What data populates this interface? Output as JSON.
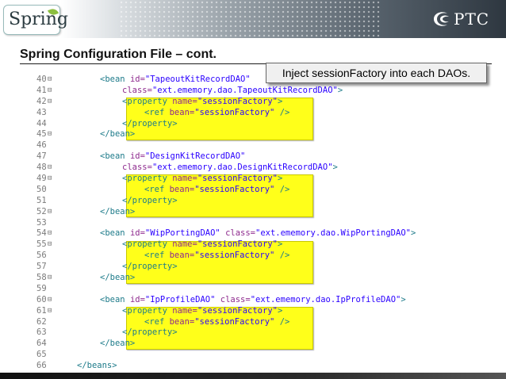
{
  "header": {
    "brand_left": "Spring",
    "brand_right": "PTC"
  },
  "slide": {
    "title": "Spring Configuration File – cont.",
    "callout": "Inject sessionFactory into each DAOs."
  },
  "code": [
    {
      "n": "40",
      "fold": true,
      "indent": 1,
      "parts": [
        [
          "t",
          "<bean "
        ],
        [
          "a",
          "id="
        ],
        [
          "v",
          "\"TapeoutKitRecordDAO\""
        ]
      ]
    },
    {
      "n": "41",
      "fold": true,
      "indent": 2,
      "parts": [
        [
          "a",
          "class="
        ],
        [
          "v",
          "\"ext.ememory.dao.TapeoutKitRecordDAO\""
        ],
        [
          "t",
          ">"
        ]
      ]
    },
    {
      "n": "42",
      "fold": true,
      "indent": 2,
      "parts": [
        [
          "t",
          "<property "
        ],
        [
          "a",
          "name="
        ],
        [
          "v",
          "\"sessionFactory\""
        ],
        [
          "t",
          ">"
        ]
      ]
    },
    {
      "n": "43",
      "fold": false,
      "indent": 3,
      "parts": [
        [
          "t",
          "<ref "
        ],
        [
          "a",
          "bean="
        ],
        [
          "v",
          "\"sessionFactory\""
        ],
        [
          "t",
          " />"
        ]
      ]
    },
    {
      "n": "44",
      "fold": false,
      "indent": 2,
      "parts": [
        [
          "t",
          "</property>"
        ]
      ]
    },
    {
      "n": "45",
      "fold": true,
      "indent": 1,
      "parts": [
        [
          "t",
          "</bean>"
        ]
      ]
    },
    {
      "n": "46",
      "fold": false,
      "indent": 0,
      "parts": []
    },
    {
      "n": "47",
      "fold": false,
      "indent": 1,
      "parts": [
        [
          "t",
          "<bean "
        ],
        [
          "a",
          "id="
        ],
        [
          "v",
          "\"DesignKitRecordDAO\""
        ]
      ]
    },
    {
      "n": "48",
      "fold": true,
      "indent": 2,
      "parts": [
        [
          "a",
          "class="
        ],
        [
          "v",
          "\"ext.ememory.dao.DesignKitRecordDAO\""
        ],
        [
          "t",
          ">"
        ]
      ]
    },
    {
      "n": "49",
      "fold": true,
      "indent": 2,
      "parts": [
        [
          "t",
          "<property "
        ],
        [
          "a",
          "name="
        ],
        [
          "v",
          "\"sessionFactory\""
        ],
        [
          "t",
          ">"
        ]
      ]
    },
    {
      "n": "50",
      "fold": false,
      "indent": 3,
      "parts": [
        [
          "t",
          "<ref "
        ],
        [
          "a",
          "bean="
        ],
        [
          "v",
          "\"sessionFactory\""
        ],
        [
          "t",
          " />"
        ]
      ]
    },
    {
      "n": "51",
      "fold": false,
      "indent": 2,
      "parts": [
        [
          "t",
          "</property>"
        ]
      ]
    },
    {
      "n": "52",
      "fold": true,
      "indent": 1,
      "parts": [
        [
          "t",
          "</bean>"
        ]
      ]
    },
    {
      "n": "53",
      "fold": false,
      "indent": 0,
      "parts": []
    },
    {
      "n": "54",
      "fold": true,
      "indent": 1,
      "parts": [
        [
          "t",
          "<bean "
        ],
        [
          "a",
          "id="
        ],
        [
          "v",
          "\"WipPortingDAO\""
        ],
        [
          "t",
          " "
        ],
        [
          "a",
          "class="
        ],
        [
          "v",
          "\"ext.ememory.dao.WipPortingDAO\""
        ],
        [
          "t",
          ">"
        ]
      ]
    },
    {
      "n": "55",
      "fold": true,
      "indent": 2,
      "parts": [
        [
          "t",
          "<property "
        ],
        [
          "a",
          "name="
        ],
        [
          "v",
          "\"sessionFactory\""
        ],
        [
          "t",
          ">"
        ]
      ]
    },
    {
      "n": "56",
      "fold": false,
      "indent": 3,
      "parts": [
        [
          "t",
          "<ref "
        ],
        [
          "a",
          "bean="
        ],
        [
          "v",
          "\"sessionFactory\""
        ],
        [
          "t",
          " />"
        ]
      ]
    },
    {
      "n": "57",
      "fold": false,
      "indent": 2,
      "parts": [
        [
          "t",
          "</property>"
        ]
      ]
    },
    {
      "n": "58",
      "fold": true,
      "indent": 1,
      "parts": [
        [
          "t",
          "</bean>"
        ]
      ]
    },
    {
      "n": "59",
      "fold": false,
      "indent": 0,
      "parts": []
    },
    {
      "n": "60",
      "fold": true,
      "indent": 1,
      "parts": [
        [
          "t",
          "<bean "
        ],
        [
          "a",
          "id="
        ],
        [
          "v",
          "\"IpProfileDAO\""
        ],
        [
          "t",
          " "
        ],
        [
          "a",
          "class="
        ],
        [
          "v",
          "\"ext.ememory.dao.IpProfileDAO\""
        ],
        [
          "t",
          ">"
        ]
      ]
    },
    {
      "n": "61",
      "fold": true,
      "indent": 2,
      "parts": [
        [
          "t",
          "<property "
        ],
        [
          "a",
          "name="
        ],
        [
          "v",
          "\"sessionFactory\""
        ],
        [
          "t",
          ">"
        ]
      ]
    },
    {
      "n": "62",
      "fold": false,
      "indent": 3,
      "parts": [
        [
          "t",
          "<ref "
        ],
        [
          "a",
          "bean="
        ],
        [
          "v",
          "\"sessionFactory\""
        ],
        [
          "t",
          " />"
        ]
      ]
    },
    {
      "n": "63",
      "fold": false,
      "indent": 2,
      "parts": [
        [
          "t",
          "</property>"
        ]
      ]
    },
    {
      "n": "64",
      "fold": false,
      "indent": 1,
      "parts": [
        [
          "t",
          "</bean>"
        ]
      ]
    },
    {
      "n": "65",
      "fold": false,
      "indent": 0,
      "parts": []
    },
    {
      "n": "66",
      "fold": false,
      "indent": 0,
      "parts": [
        [
          "t",
          "</beans>"
        ]
      ]
    }
  ]
}
